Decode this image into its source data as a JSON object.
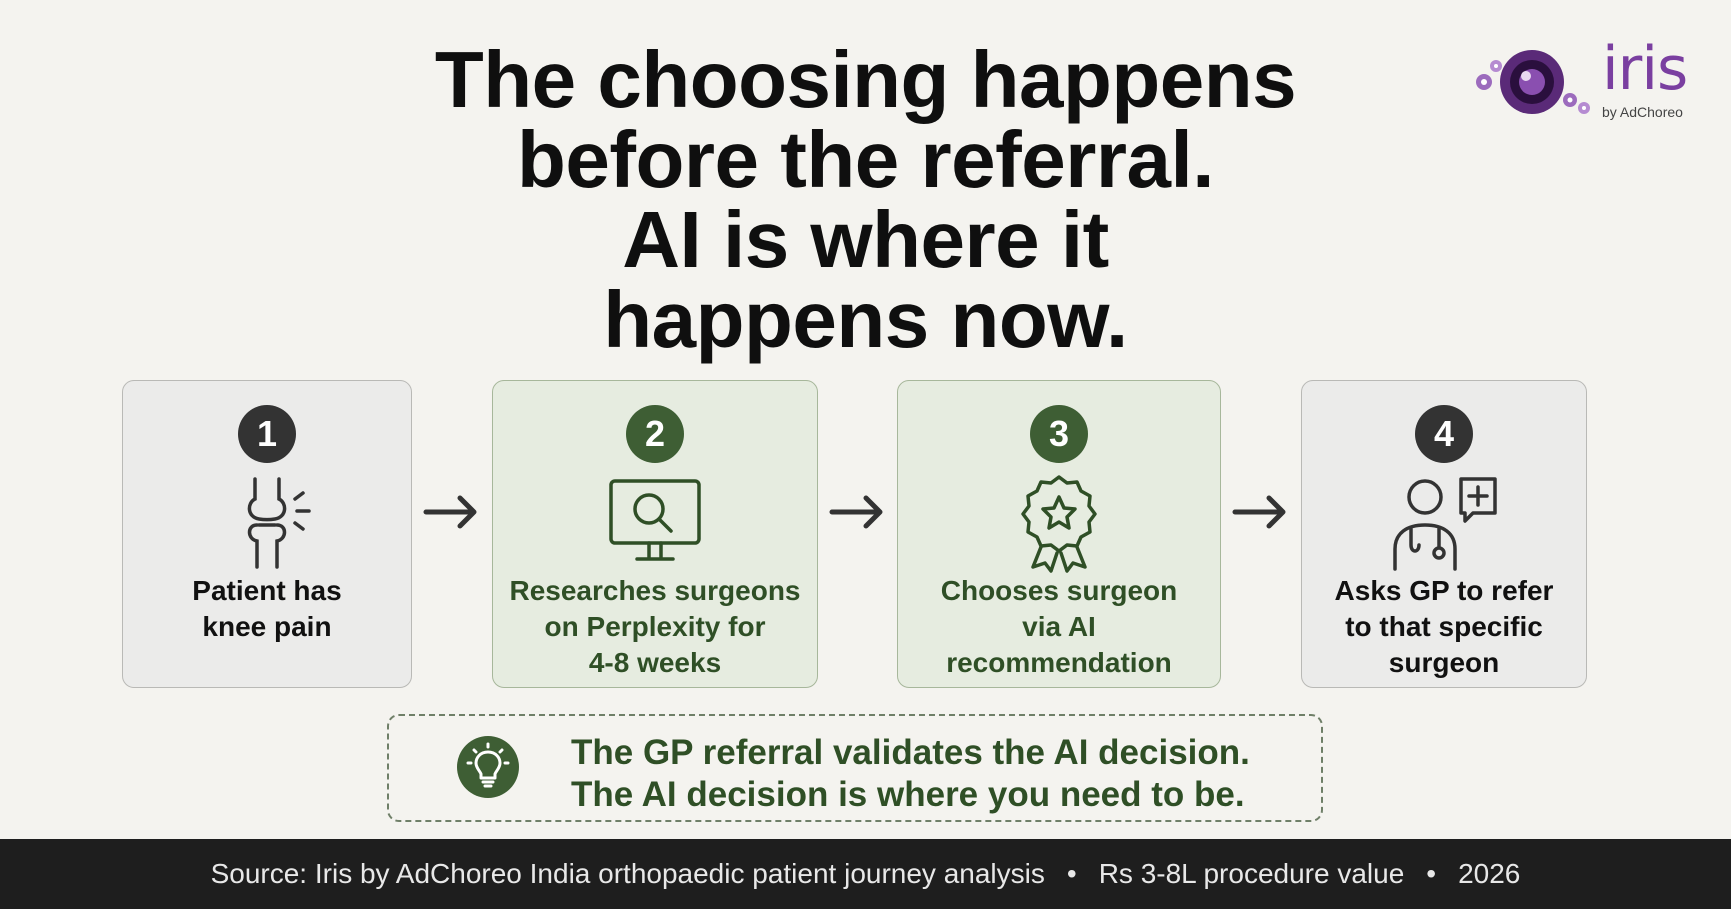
{
  "headline": {
    "line1": "The choosing happens",
    "line2": "before the referral.",
    "line3": "AI is where it",
    "line4": "happens now."
  },
  "logo": {
    "word": "iris",
    "sub": "by AdChoreo"
  },
  "steps": [
    {
      "number": "1",
      "label": "Patient has\nknee pain",
      "icon": "knee-pain-icon"
    },
    {
      "number": "2",
      "label": "Researches surgeons\non Perplexity for\n4-8 weeks",
      "icon": "monitor-search-icon"
    },
    {
      "number": "3",
      "label": "Chooses surgeon\nvia AI\nrecommendation",
      "icon": "award-star-icon"
    },
    {
      "number": "4",
      "label": "Asks GP to refer\nto that specific\nsurgeon",
      "icon": "doctor-chat-icon"
    }
  ],
  "callout": {
    "line1": "The GP referral validates the AI decision.",
    "line2": "The AI decision is where you need to be.",
    "icon": "lightbulb-icon"
  },
  "footer": {
    "source": "Source: Iris by AdChoreo India orthopaedic patient journey analysis",
    "sep1": "•",
    "value": "Rs 3-8L procedure value",
    "sep2": "•",
    "year": "2026"
  },
  "colors": {
    "background": "#f4f3ef",
    "green": "#3e5e34",
    "green_text": "#2f4f26",
    "brand_purple": "#7a3fa0",
    "footer_bg": "#1e1e1e"
  }
}
